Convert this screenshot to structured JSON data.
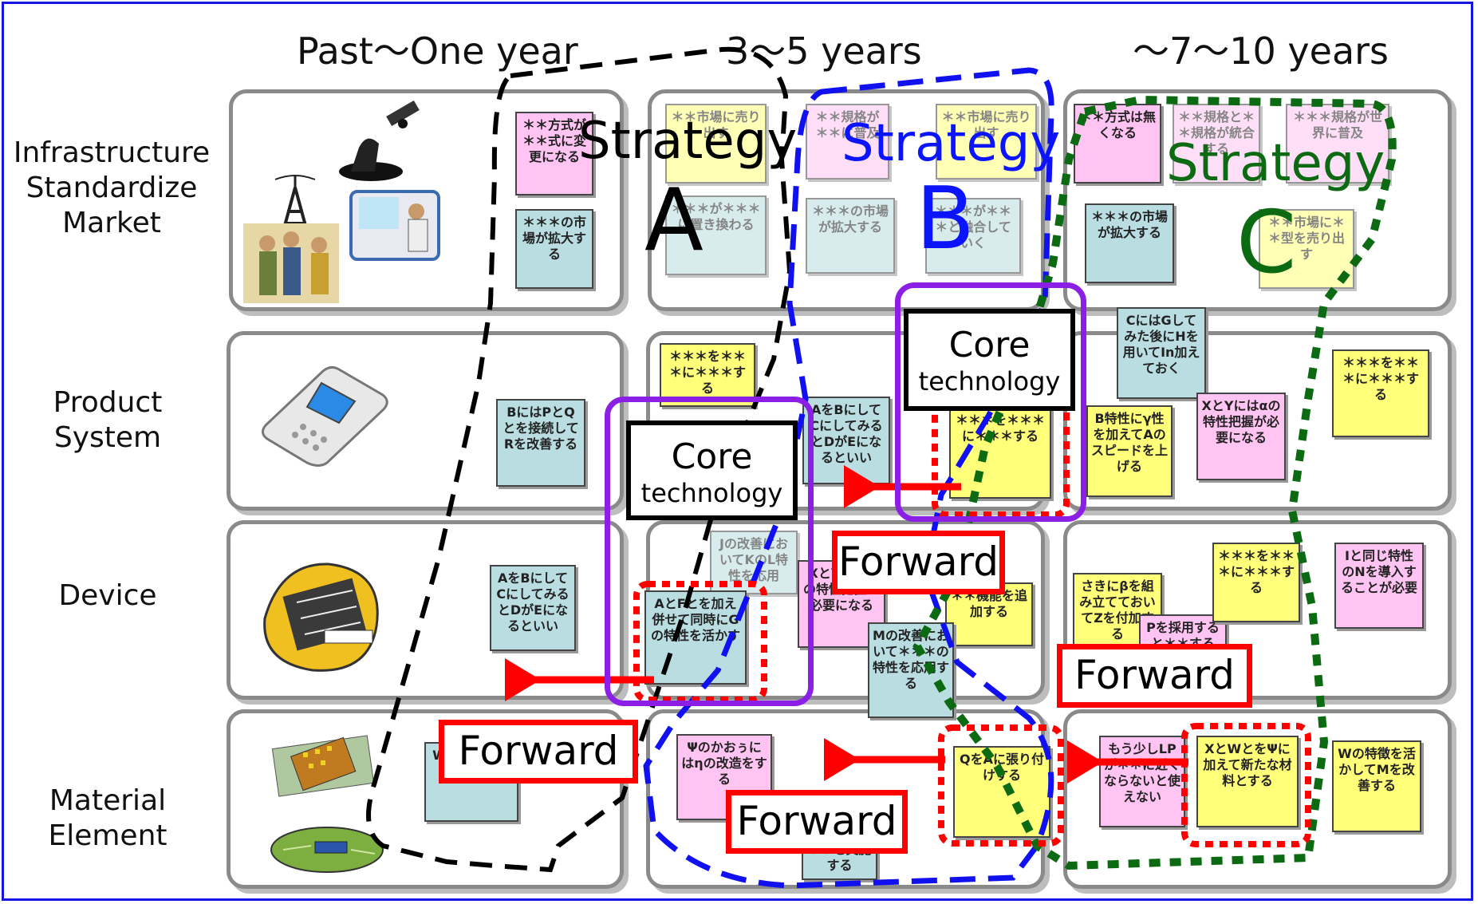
{
  "columns": [
    "Past～One year",
    "3～5 years",
    "～7～10 years"
  ],
  "rows": [
    {
      "lines": [
        "Infrastructure",
        "Standardize",
        "Market"
      ]
    },
    {
      "lines": [
        "Product",
        "System"
      ]
    },
    {
      "lines": [
        "Device"
      ]
    },
    {
      "lines": [
        "Material",
        "Element"
      ]
    }
  ],
  "strategies": [
    {
      "word": "Strategy",
      "letter": "A",
      "color": "#000000"
    },
    {
      "word": "Strategy",
      "letter": "B",
      "color": "#0a14ff"
    },
    {
      "word": "Strategy",
      "letter": "C",
      "color": "#0c6a12"
    }
  ],
  "core_label": {
    "line1": "Core",
    "line2": "technology"
  },
  "forward_label": "Forward",
  "notes": {
    "n1": "＊＊方式が＊＊式に変更になる",
    "n2": "＊＊＊の市場が拡大する",
    "n3": "＊＊市場に売り出す",
    "n4": "＊＊＊が＊＊＊に置き換わる",
    "n5": "＊＊規格が＊＊に普及",
    "n6": "＊＊市場に売り出す",
    "n7": "＊＊＊の市場が拡大する",
    "n8": "＊＊＊が＊＊＊と融合していく",
    "n9": "＊＊方式は無くなる",
    "n10": "＊＊規格と＊＊規格が統合する",
    "n11": "＊＊＊規格が世界に普及",
    "n12": "＊＊＊の市場が拡大する",
    "n13": "＊＊市場に＊＊型を売り出す",
    "n14": "BにはPとQとを接続してRを改善する",
    "n15": "＊＊＊を＊＊＊に＊＊＊する",
    "n16": "AをBにしてCにしてみるとDがEになるといい",
    "n17": "＊＊＊を＊＊＊に＊＊＊する",
    "n18": "CにはGしてみた後にHを用いてIn加えておく",
    "n19": "B特性にγ性を加えてAのスピードを上げる",
    "n20": "XとYにはαの特性把握が必要になる",
    "n21": "＊＊＊を＊＊＊に＊＊＊する",
    "n22": "AをBにしてCにしてみるとDがEになるといい",
    "n23": "Jの改善においてKのL特性を応用",
    "n24": "AとFとを加え併せて同時にGの特性を活かす",
    "n25": "XとYにはαの特性把握が必要になる",
    "n26": "＊＊機能を追加する",
    "n27": "Mの改善において＊＊＊の特性を応用する",
    "n28": "さきにβを組み立てておいてZを付加する",
    "n29": "Pを採用すると＊＊する",
    "n30": "＊＊＊を＊＊＊に＊＊＊する",
    "n31": "Iと同じ特性のNを導入することが必要",
    "n32": "Wに接続する",
    "n33": "Ψのかおぅにはηの改造をする",
    "n34": "QをAに張り付けする",
    "n35": "＊＊を実施する",
    "n36": "もう少しLPが＊＊に近くならないと使えない",
    "n37": "XとWとをΨに加えて新たな材料とする",
    "n38": "Wの特徴を活かしてMを改善する"
  },
  "icons": [
    "radio-tower-icon",
    "satellite-dish-icon",
    "satellite-icon",
    "people-icon",
    "train-passenger-icon",
    "mobile-phone-icon",
    "circuit-board-icon",
    "chip-icon",
    "printed-circuit-icon"
  ],
  "colors": {
    "frame": "#1515e6",
    "core_box": "#8b1fe6",
    "forward": "#ff0000",
    "strategy_a": "#000000",
    "strategy_b": "#0a14ff",
    "strategy_c": "#0c6a12"
  }
}
